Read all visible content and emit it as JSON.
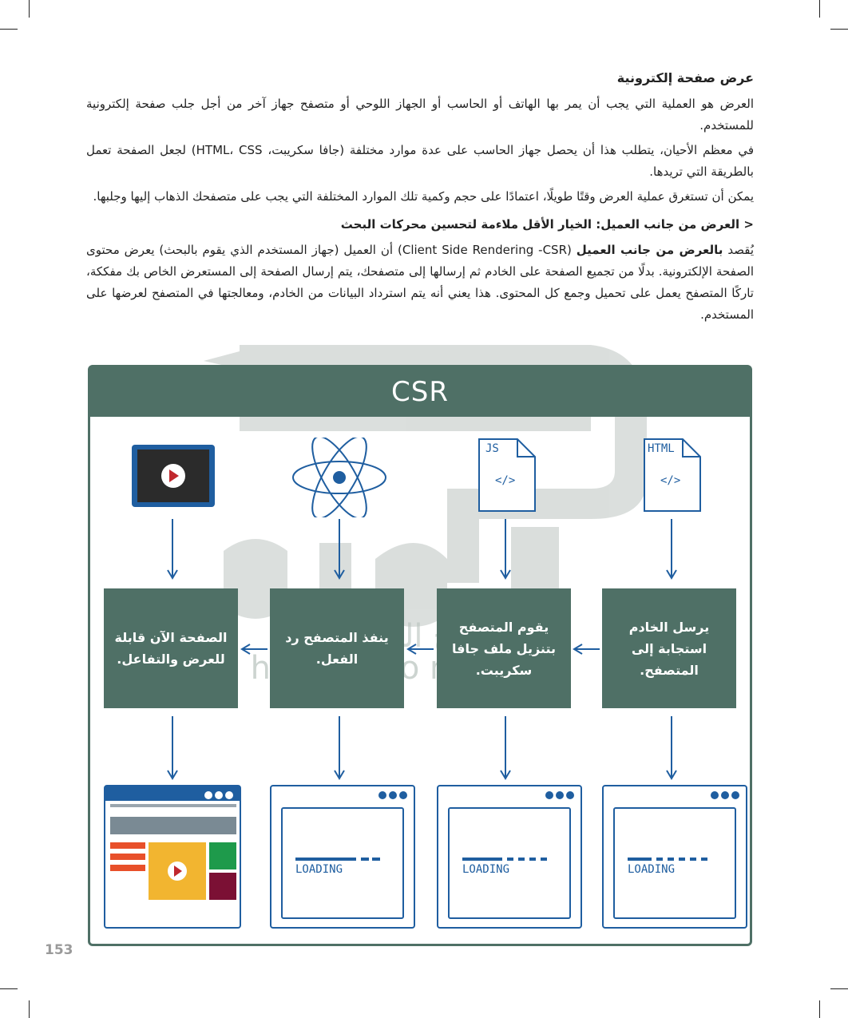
{
  "page": {
    "heading1": "عرض صفحة إلكترونية",
    "para1": "العرض هو العملية التي يجب أن يمر بها الهاتف أو الحاسب أو الجهاز اللوحي أو متصفح جهاز آخر من أجل جلب صفحة إلكترونية للمستخدم.",
    "para2": "في معظم الأحيان، يتطلب هذا أن يحصل جهاز الحاسب على عدة موارد مختلفة (جافا سكريبت، HTML، CSS) لجعل الصفحة تعمل بالطريقة التي تريدها.",
    "para3": "يمكن أن تستغرق عملية العرض وقتًا طويلًا، اعتمادًا على حجم وكمية تلك الموارد المختلفة التي يجب على متصفحك الذهاب إليها وجلبها.",
    "heading2": "< العرض من جانب العميل: الخيار الأقل ملاءمة لتحسين محركات البحث",
    "para4_intro": "يُقصد ",
    "para4_bold": "بالعرض من جانب العميل",
    "para4_rest": " (Client Side Rendering -CSR) أن العميل (جهاز المستخدم الذي يقوم بالبحث) يعرض محتوى الصفحة الإلكترونية. بدلًا من تجميع الصفحة على الخادم ثم إرسالها إلى متصفحك، يتم إرسال الصفحة إلى المستعرض الخاص بك مفككة، تاركًا المتصفح يعمل على تحميل وجمع كل المحتوى. هذا يعني أنه يتم استرداد البيانات من الخادم، ومعالجتها في المتصفح لعرضها على المستخدم.",
    "page_number": "153"
  },
  "watermark": {
    "text_ar": "حلول",
    "subtitle_ar": "المناهج السعودية",
    "url": "h u l u l . o n l i n e"
  },
  "diagram": {
    "title": "CSR",
    "file_icons": {
      "js_label": "JS",
      "js_code": "</>",
      "html_label": "HTML",
      "html_code": "</>"
    },
    "boxes": [
      "الصفحة الآن قابلة للعرض والتفاعل.",
      "ينفذ المتصفح رد الفعل.",
      "يقوم المتصفح بتنزيل ملف جافا سكريبت.",
      "يرسل الخادم استجابة إلى المتصفح."
    ],
    "loading_label": "LOADING",
    "colors": {
      "accent": "#4f7066",
      "blue": "#1f5ea0",
      "red": "#c0272d",
      "orange": "#e8502a",
      "yellow": "#f2b530",
      "green": "#1e9a4b",
      "maroon": "#7b1034"
    }
  }
}
